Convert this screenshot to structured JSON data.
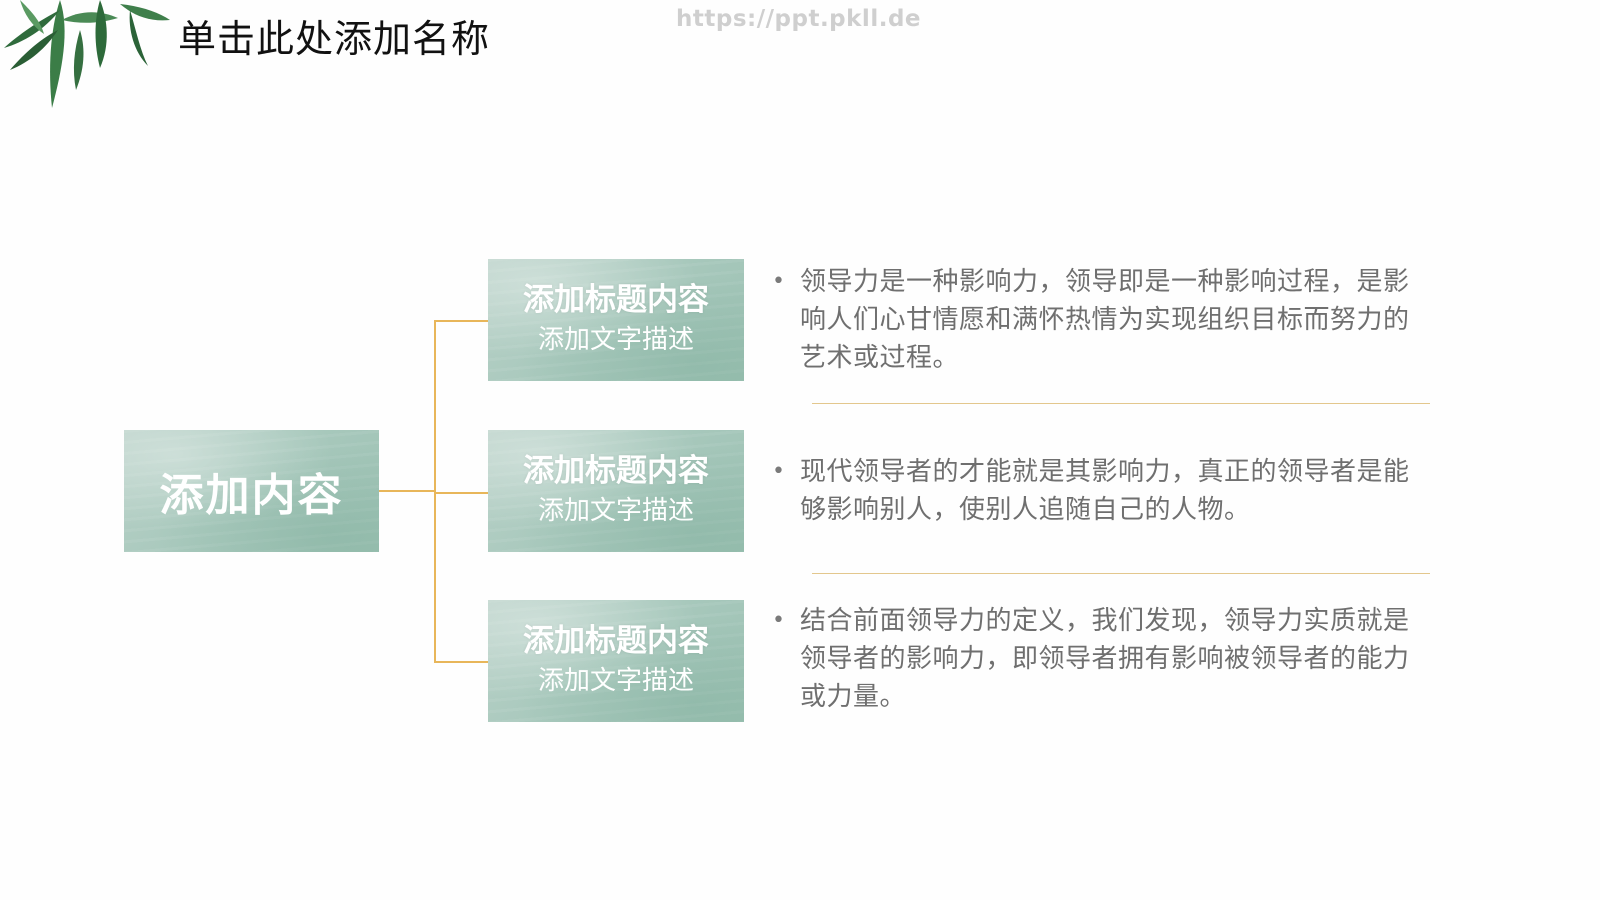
{
  "slide": {
    "title": "单击此处添加名称",
    "watermark": "https://ppt.pkll.de"
  },
  "root_node": {
    "label": "添加内容"
  },
  "nodes": [
    {
      "title": "添加标题内容",
      "desc": "添加文字描述"
    },
    {
      "title": "添加标题内容",
      "desc": "添加文字描述"
    },
    {
      "title": "添加标题内容",
      "desc": "添加文字描述"
    }
  ],
  "bullets": [
    {
      "marker": "•",
      "text": "领导力是一种影响力，领导即是一种影响过程，是影响人们心甘情愿和满怀热情为实现组织目标而努力的艺术或过程。"
    },
    {
      "marker": "•",
      "text": "现代领导者的才能就是其影响力，真正的领导者是能够影响别人，使别人追随自己的人物。"
    },
    {
      "marker": "•",
      "text": "结合前面领导力的定义，我们发现，领导力实质就是领导者的影响力，即领导者拥有影响被领导者的能力或力量。"
    }
  ],
  "colors": {
    "connector": "#e8b65a",
    "separator": "#e3c78d",
    "box": "#a9c9bd",
    "body_text": "#6f6f6f"
  }
}
